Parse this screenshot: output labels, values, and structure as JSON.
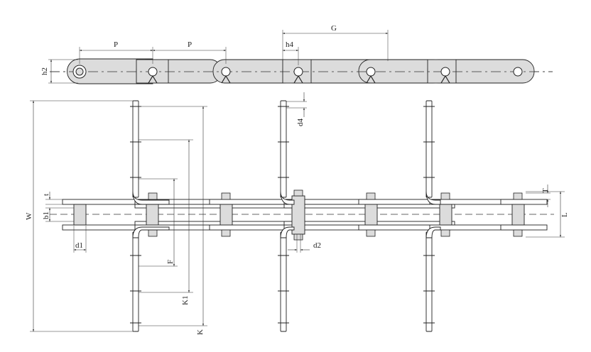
{
  "labels": {
    "p1": "P",
    "p2": "P",
    "g": "G",
    "h2": "h2",
    "h4": "h4",
    "d4": "d4",
    "w": "W",
    "t_left": "t",
    "b1": "b1",
    "d1": "d1",
    "f": "F",
    "k1": "K1",
    "k": "K",
    "d2": "d2",
    "t_right": "T",
    "l": "L"
  }
}
